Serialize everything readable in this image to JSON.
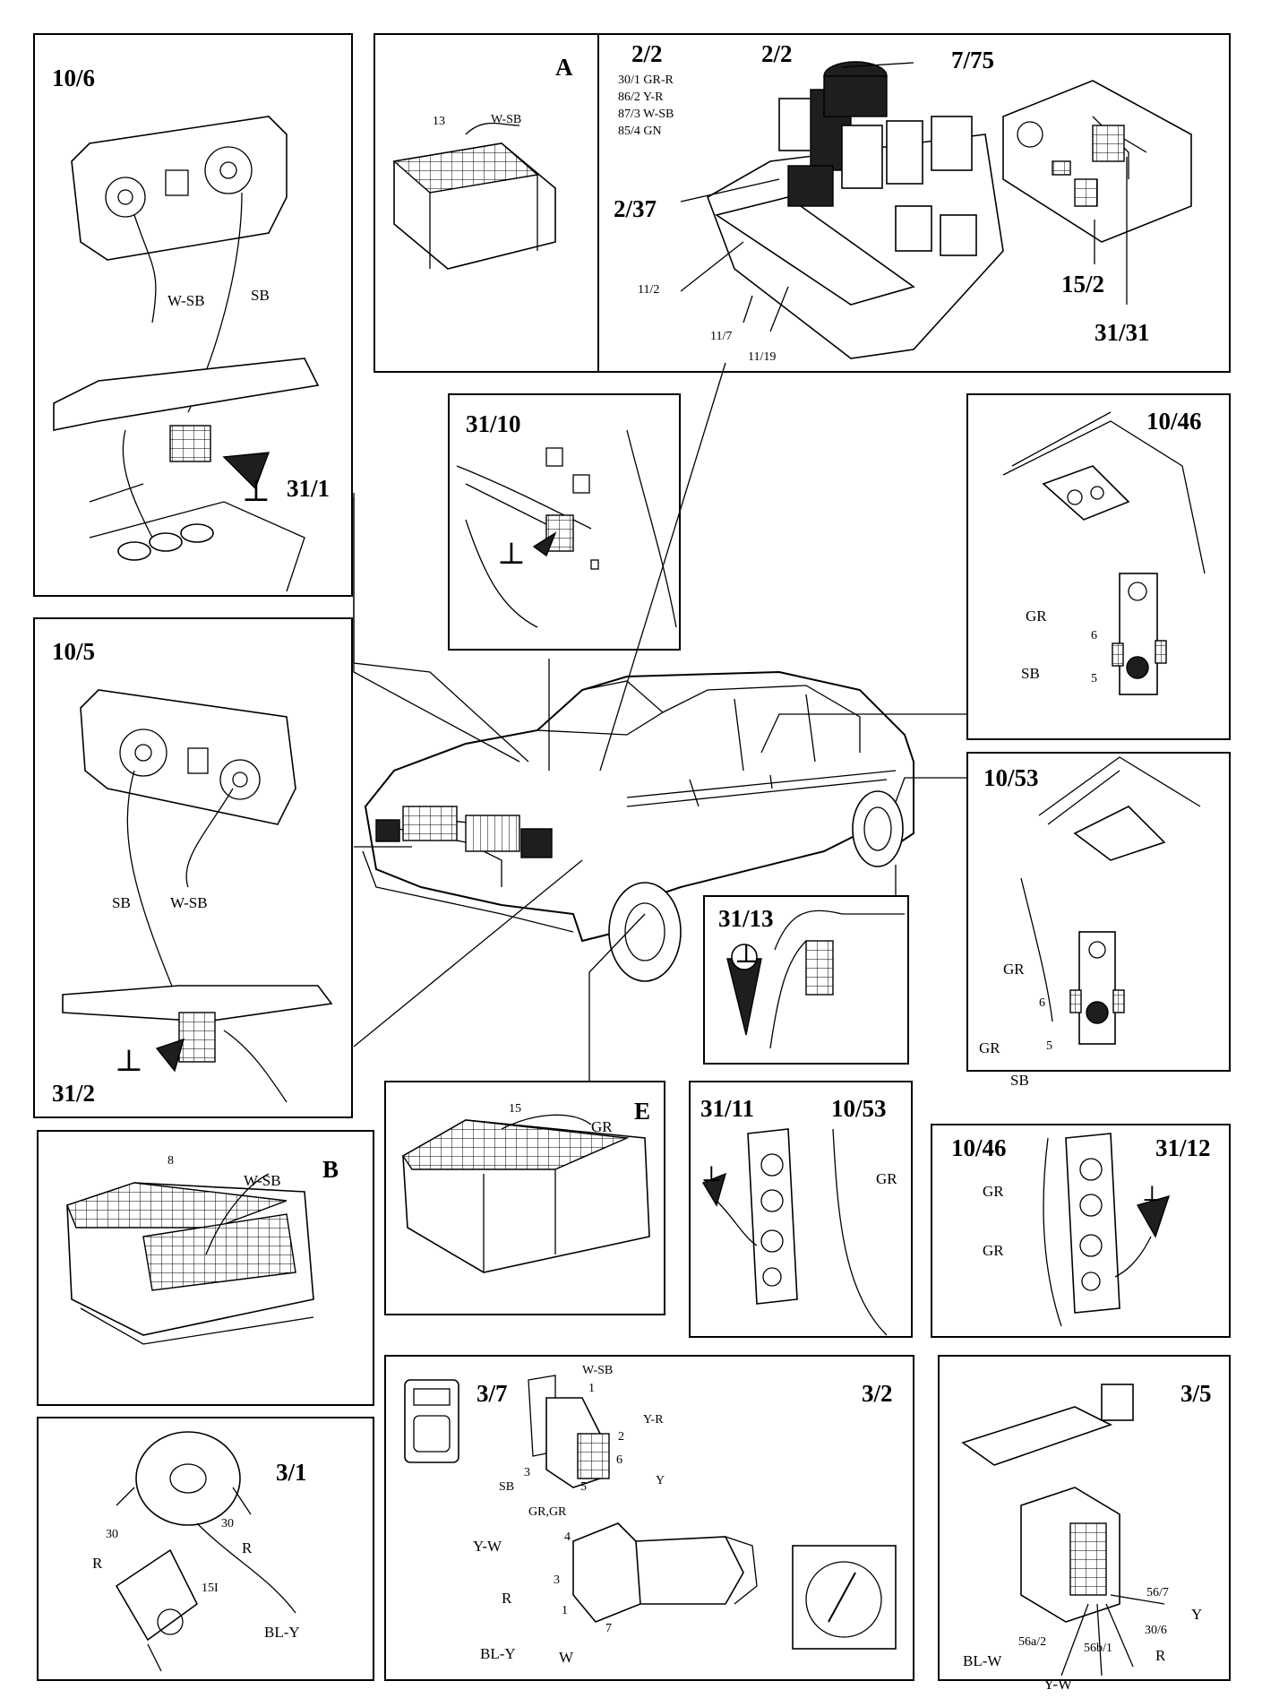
{
  "panels": {
    "p_10_6": {
      "title": "10/6",
      "callout": "31/1",
      "wire1": "W-SB",
      "wire2": "SB"
    },
    "p_A": {
      "title": "A",
      "pin": "13",
      "wire": "W-SB"
    },
    "p_relay": {
      "title": "2/2",
      "pins": [
        "30/1 GR-R",
        "86/2 Y-R",
        "87/3 W-SB",
        "85/4 GN"
      ],
      "relay_label": "2/2",
      "relay2": "7/75",
      "relay3": "2/37",
      "fuse1": "11/2",
      "fuse2": "11/7",
      "fuse3": "11/19",
      "conn1": "15/2",
      "conn2": "31/31"
    },
    "p_31_10": {
      "title": "31/10"
    },
    "p_10_46a": {
      "title": "10/46",
      "w1": "GR",
      "n1": "6",
      "w2": "SB",
      "n2": "5"
    },
    "p_10_5": {
      "title": "10/5",
      "callout": "31/2",
      "wire1": "SB",
      "wire2": "W-SB"
    },
    "p_10_53a": {
      "title": "10/53",
      "w1": "GR",
      "n1": "6",
      "w2": "GR",
      "n2": "5",
      "w3": "SB"
    },
    "p_31_13": {
      "title": "31/13"
    },
    "p_B": {
      "title": "B",
      "pin": "8",
      "wire": "W-SB"
    },
    "p_E": {
      "title": "E",
      "pin": "15",
      "wire": "GR"
    },
    "p_31_11": {
      "title": "31/11",
      "title2": "10/53",
      "wire": "GR"
    },
    "p_10_46b": {
      "title": "10/46",
      "title2": "31/12",
      "w1": "GR",
      "w2": "GR"
    },
    "p_3_1": {
      "title": "3/1",
      "n1": "30",
      "w1": "R",
      "n2": "30",
      "w2": "R",
      "n3": "15I",
      "w3": "BL-Y"
    },
    "p_3_7": {
      "title": "3/7",
      "title2": "3/2",
      "wsb": "W-SB",
      "n1": "1",
      "yr": "Y-R",
      "n2": "2",
      "n6": "6",
      "y": "Y",
      "n3": "3",
      "sb": "SB",
      "n5": "5",
      "grgr": "GR,GR",
      "yw": "Y-W",
      "n4": "4",
      "n3b": "3",
      "r": "R",
      "n1b": "1",
      "bly": "BL-Y",
      "n7": "7",
      "w": "W"
    },
    "p_3_5": {
      "title": "3/5",
      "n567": "56/7",
      "y": "Y",
      "n306": "30/6",
      "r": "R",
      "n56a": "56a/2",
      "blw": "BL-W",
      "n56b": "56b/1",
      "yw": "Y-W"
    }
  }
}
